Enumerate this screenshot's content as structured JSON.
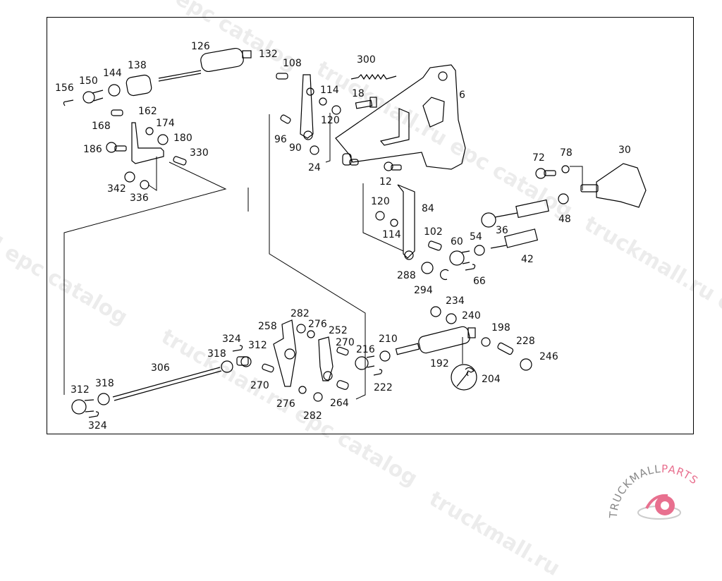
{
  "diagram": {
    "type": "exploded-parts-view",
    "callouts": [
      {
        "id": "c126",
        "label": "126"
      },
      {
        "id": "c132",
        "label": "132"
      },
      {
        "id": "c108",
        "label": "108"
      },
      {
        "id": "c300",
        "label": "300"
      },
      {
        "id": "c138",
        "label": "138"
      },
      {
        "id": "c144",
        "label": "144"
      },
      {
        "id": "c150",
        "label": "150"
      },
      {
        "id": "c156",
        "label": "156"
      },
      {
        "id": "c114a",
        "label": "114"
      },
      {
        "id": "c18",
        "label": "18"
      },
      {
        "id": "c6",
        "label": "6"
      },
      {
        "id": "c162",
        "label": "162"
      },
      {
        "id": "c120a",
        "label": "120"
      },
      {
        "id": "c168",
        "label": "168"
      },
      {
        "id": "c174",
        "label": "174"
      },
      {
        "id": "c180",
        "label": "180"
      },
      {
        "id": "c186",
        "label": "186"
      },
      {
        "id": "c96",
        "label": "96"
      },
      {
        "id": "c90",
        "label": "90"
      },
      {
        "id": "c330",
        "label": "330"
      },
      {
        "id": "c24",
        "label": "24"
      },
      {
        "id": "c72",
        "label": "72"
      },
      {
        "id": "c78",
        "label": "78"
      },
      {
        "id": "c30",
        "label": "30"
      },
      {
        "id": "c12",
        "label": "12"
      },
      {
        "id": "c342",
        "label": "342"
      },
      {
        "id": "c336",
        "label": "336"
      },
      {
        "id": "c120b",
        "label": "120"
      },
      {
        "id": "c84",
        "label": "84"
      },
      {
        "id": "c48",
        "label": "48"
      },
      {
        "id": "c114b",
        "label": "114"
      },
      {
        "id": "c102",
        "label": "102"
      },
      {
        "id": "c60",
        "label": "60"
      },
      {
        "id": "c54",
        "label": "54"
      },
      {
        "id": "c36",
        "label": "36"
      },
      {
        "id": "c42",
        "label": "42"
      },
      {
        "id": "c288",
        "label": "288"
      },
      {
        "id": "c66",
        "label": "66"
      },
      {
        "id": "c294",
        "label": "294"
      },
      {
        "id": "c234",
        "label": "234"
      },
      {
        "id": "c240",
        "label": "240"
      },
      {
        "id": "c282a",
        "label": "282"
      },
      {
        "id": "c276a",
        "label": "276"
      },
      {
        "id": "c258",
        "label": "258"
      },
      {
        "id": "c252",
        "label": "252"
      },
      {
        "id": "c198",
        "label": "198"
      },
      {
        "id": "c324a",
        "label": "324"
      },
      {
        "id": "c210",
        "label": "210"
      },
      {
        "id": "c270a",
        "label": "270"
      },
      {
        "id": "c228",
        "label": "228"
      },
      {
        "id": "c312a",
        "label": "312"
      },
      {
        "id": "c318a",
        "label": "318"
      },
      {
        "id": "c216",
        "label": "216"
      },
      {
        "id": "c246",
        "label": "246"
      },
      {
        "id": "c306",
        "label": "306"
      },
      {
        "id": "c192",
        "label": "192"
      },
      {
        "id": "c204",
        "label": "204"
      },
      {
        "id": "c270b",
        "label": "270"
      },
      {
        "id": "c222",
        "label": "222"
      },
      {
        "id": "c312b",
        "label": "312"
      },
      {
        "id": "c318b",
        "label": "318"
      },
      {
        "id": "c276b",
        "label": "276"
      },
      {
        "id": "c264",
        "label": "264"
      },
      {
        "id": "c282b",
        "label": "282"
      },
      {
        "id": "c324b",
        "label": "324"
      }
    ]
  },
  "watermarks": [
    "epc catalog",
    "truckmall.ru epc catalog",
    "truckmall.ru epc",
    "l epc catalog",
    "truckmall.ru epc catalog",
    "truckmall.ru e",
    "truckmall.ru"
  ],
  "logo": {
    "text_left": "TRUCKMALL",
    "text_right": "PARTS",
    "icon": "gear-icon",
    "colors": {
      "text_left": "#888888",
      "text_right": "#e8708f",
      "gear": "#e8708f"
    }
  }
}
